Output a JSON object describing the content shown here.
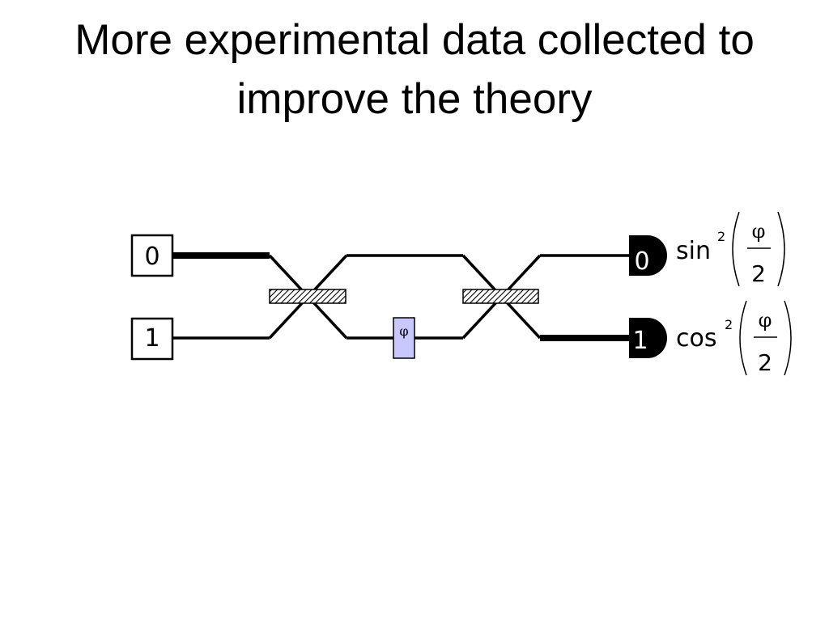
{
  "slide": {
    "title": "More experimental data collected to improve the theory"
  },
  "diagram": {
    "inputs": [
      {
        "label": "0"
      },
      {
        "label": "1"
      }
    ],
    "phase_shifter": {
      "symbol": "φ",
      "fill": "#c8c8ff"
    },
    "detectors": [
      {
        "label": "0",
        "probability": {
          "func": "sin",
          "exp": "2",
          "num": "φ",
          "den": "2"
        }
      },
      {
        "label": "1",
        "probability": {
          "func": "cos",
          "exp": "2",
          "num": "φ",
          "den": "2"
        }
      }
    ]
  }
}
